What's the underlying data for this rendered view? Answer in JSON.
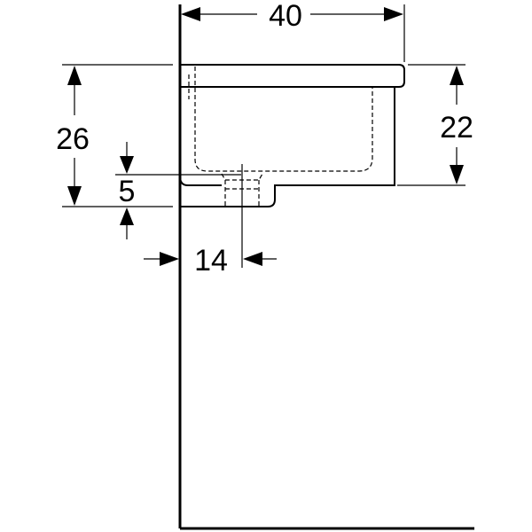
{
  "dimensions": {
    "depth": "40",
    "overall_height": "26",
    "bowl_height": "22",
    "bottom_offset": "5",
    "drain_offset": "14"
  }
}
